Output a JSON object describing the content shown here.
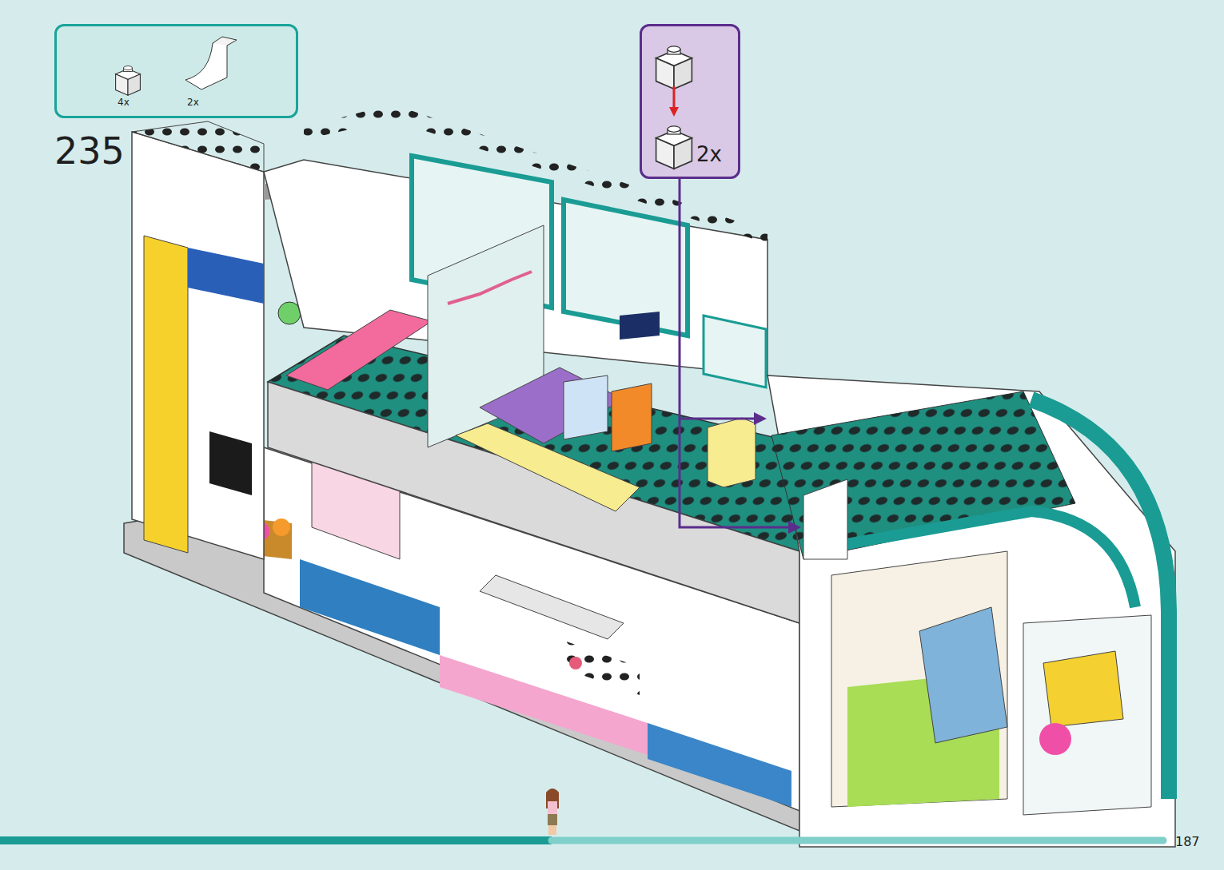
{
  "diagram": {
    "nodes": [
      {
        "text": [
          "4x",
          "2x"
        ]
      },
      {
        "text": [
          "2x"
        ]
      }
    ],
    "labels": [
      "235",
      "187"
    ]
  }
}
